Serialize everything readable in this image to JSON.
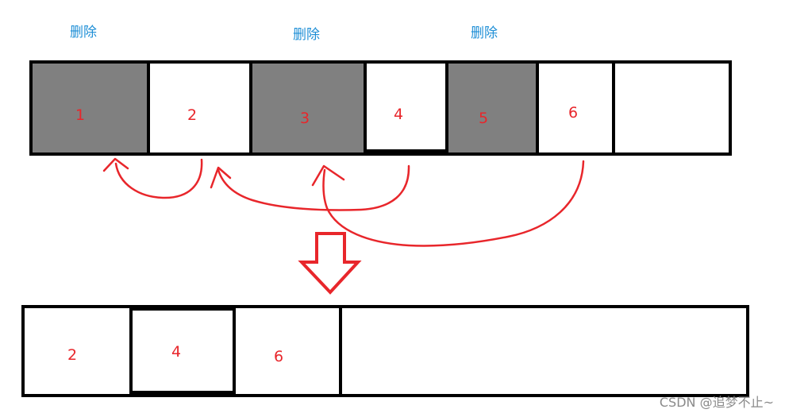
{
  "delete_labels": [
    "删除",
    "删除",
    "删除"
  ],
  "top_array": {
    "cells": [
      {
        "value": "1",
        "deleted": true
      },
      {
        "value": "2",
        "deleted": false
      },
      {
        "value": "3",
        "deleted": true
      },
      {
        "value": "4",
        "deleted": false
      },
      {
        "value": "5",
        "deleted": true
      },
      {
        "value": "6",
        "deleted": false
      },
      {
        "value": "",
        "deleted": false
      }
    ]
  },
  "bottom_array": {
    "cells": [
      {
        "value": "2"
      },
      {
        "value": "4"
      },
      {
        "value": "6"
      },
      {
        "value": ""
      }
    ]
  },
  "watermark": "CSDN @追梦不止~",
  "colors": {
    "deleted_fill": "#808080",
    "number_text": "#e8262b",
    "arrow": "#e8262b",
    "label_text": "#1f8fd6"
  }
}
